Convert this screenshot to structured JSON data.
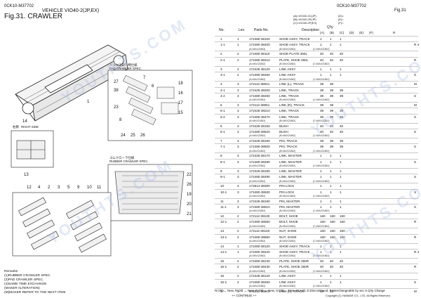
{
  "header": {
    "code": "0CK10-M37702",
    "title": "VEHICLE VIO40-2(JP,EX)",
    "figure": "Fig.31.  CRAWLER",
    "code_right": "0CK10-M37702",
    "figure_right": "Fig.31"
  },
  "models": [
    "(A)=VIO40-2C(JP)",
    "(B)=VIO40-2P(JP)",
    "(C)=VIO40-2P(EX)"
  ],
  "model_suffix": [
    "(D)=",
    "(E)=",
    "(F)="
  ],
  "columns": {
    "no": "No.",
    "lev": "Lev.",
    "parts": "Parts No.",
    "desc": "Description",
    "qty": "Q'ty",
    "q_letters": [
      "(A)",
      "(B)",
      "(C)",
      "(D)",
      "(E)",
      "(F)"
    ],
    "remarks": "R"
  },
  "diagram_labels": {
    "rubber_jp": "バックスロー特仕様",
    "rubber_jp_en": "PAD CRAWLER SPEC.",
    "rubber_en": "ゴムクローラ仕様",
    "rubber_en_sub": "RUBBER CRAWLER SPEC.",
    "right_side": "右側",
    "right_side_en": "RIGHT SIDE",
    "nums": [
      "14",
      "1",
      "7",
      "6",
      "8",
      "18",
      "16",
      "17",
      "15",
      "27",
      "38",
      "23",
      "24",
      "25",
      "26",
      "12",
      "4",
      "2",
      "3",
      "5",
      "9",
      "10",
      "11",
      "22",
      "26",
      "19",
      "20",
      "21",
      "13"
    ]
  },
  "watermark": "YOUTHTS.COM",
  "rows": [
    {
      "no": "1",
      "lev": "1",
      "pn": "172480-38100",
      "desc": "SHOE ASSY, TRACK",
      "a": "1",
      "b": "1",
      "c": "1",
      "r": ""
    },
    {
      "no": "1-1",
      "lev": "1",
      "pn": "172480-38400",
      "desc": "SHOE ASSY, TRACK",
      "a": "1",
      "b": "1",
      "c": "1",
      "r": "R 4"
    },
    {
      "sub": true,
      "a": "(A=MAX21862)",
      "b": "(B=MAX21862)",
      "c": "(C=MAX21862)"
    },
    {
      "no": "2",
      "lev": "2",
      "pn": "172480-38110",
      "desc": "SHOE PLATE 350L",
      "a": "40",
      "b": "40",
      "c": "40",
      "r": ""
    },
    {
      "no": "2-1",
      "lev": "2",
      "pn": "172480-38410",
      "desc": "PLATE, SHOE 350L",
      "a": "40",
      "b": "40",
      "c": "40",
      "r": "R"
    },
    {
      "sub": true,
      "a": "(A=MAX21862)",
      "b": "(B=MAX21862)",
      "c": "(C=MAX21862)"
    },
    {
      "no": "3",
      "lev": "2",
      "pn": "172425-38120",
      "desc": "LINK ASSY",
      "a": "1",
      "b": "1",
      "c": "1",
      "r": ""
    },
    {
      "no": "3-1",
      "lev": "2",
      "pn": "172480-38450",
      "desc": "LINK ASSY",
      "a": "1",
      "b": "1",
      "c": "1",
      "r": "S"
    },
    {
      "sub": true,
      "a": "(A=MAX21862)",
      "b": "(B=MAX21862)",
      "c": "(C=MAX21862)"
    },
    {
      "no": "4",
      "lev": "3",
      "pn": "172112-38041",
      "desc": "LINK (L), TRACK",
      "a": "39",
      "b": "39",
      "c": "",
      "r": "M"
    },
    {
      "no": "4-1",
      "lev": "3",
      "pn": "172425-38200",
      "desc": "LINK, TRACK",
      "a": "39",
      "b": "39",
      "c": "39",
      "r": ""
    },
    {
      "no": "4-2",
      "lev": "3",
      "pn": "172480-38460",
      "desc": "LINK, TRACK",
      "a": "39",
      "b": "39",
      "c": "39",
      "r": "S"
    },
    {
      "sub": true,
      "a": "(A=MAX21862)",
      "b": "(B=MAX21862)",
      "c": "(C=MAX21862)"
    },
    {
      "no": "5",
      "lev": "3",
      "pn": "172112-38051",
      "desc": "LINK (R), TRACK",
      "a": "39",
      "b": "39",
      "c": "",
      "r": "M"
    },
    {
      "no": "5-1",
      "lev": "3",
      "pn": "172425-38210",
      "desc": "LINK, TRACK",
      "a": "39",
      "b": "39",
      "c": "39",
      "r": ""
    },
    {
      "no": "5-2",
      "lev": "3",
      "pn": "172480-38470",
      "desc": "LINK, TRACK",
      "a": "39",
      "b": "39",
      "c": "39",
      "r": "S"
    },
    {
      "sub": true,
      "a": "(A=MAX21862)",
      "b": "(B=MAX21862)",
      "c": "(C=MAX21862)"
    },
    {
      "no": "6",
      "lev": "3",
      "pn": "172425-38150",
      "desc": "BUSH",
      "a": "40",
      "b": "40",
      "c": "40",
      "r": ""
    },
    {
      "no": "6-1",
      "lev": "3",
      "pn": "172480-38520",
      "desc": "BUSH",
      "a": "40",
      "b": "40",
      "c": "40",
      "r": "S"
    },
    {
      "sub": true,
      "a": "(A=MAX21862)",
      "b": "(B=MAX21862)",
      "c": "(C=MAX21862)"
    },
    {
      "no": "7",
      "lev": "3",
      "pn": "172425-38160",
      "desc": "PIN, TRACK",
      "a": "39",
      "b": "39",
      "c": "39",
      "r": ""
    },
    {
      "no": "7-1",
      "lev": "3",
      "pn": "172480-38500",
      "desc": "PIN, TRACK",
      "a": "39",
      "b": "39",
      "c": "39",
      "r": "S"
    },
    {
      "sub": true,
      "a": "(A=MAX21862)",
      "b": "(B=MAX21862)",
      "c": "(C=MAX21862)"
    },
    {
      "no": "8",
      "lev": "3",
      "pn": "172425-38170",
      "desc": "LINK, MASTER",
      "a": "1",
      "b": "1",
      "c": "1",
      "r": ""
    },
    {
      "no": "8-1",
      "lev": "3",
      "pn": "172480-38480",
      "desc": "LINK, MASTER",
      "a": "1",
      "b": "1",
      "c": "1",
      "r": "S"
    },
    {
      "sub": true,
      "a": "(A=MAX21862)",
      "b": "(B=MAX21862)",
      "c": "(C=MAX21862)"
    },
    {
      "no": "9",
      "lev": "3",
      "pn": "172425-38180",
      "desc": "LINK, MASTER",
      "a": "1",
      "b": "1",
      "c": "1",
      "r": ""
    },
    {
      "no": "9-1",
      "lev": "3",
      "pn": "172480-38490",
      "desc": "LINK, MASTER",
      "a": "1",
      "b": "1",
      "c": "1",
      "r": "S"
    },
    {
      "sub": true,
      "a": "(A=MAX21862)",
      "b": "(B=MAX21862)",
      "c": "(C=MAX21862)"
    },
    {
      "no": "10",
      "lev": "3",
      "pn": "172614-38300",
      "desc": "PIN LOCK",
      "a": "1",
      "b": "1",
      "c": "1",
      "r": ""
    },
    {
      "no": "10-1",
      "lev": "3",
      "pn": "172480-38530",
      "desc": "PIN LOCK",
      "a": "1",
      "b": "1",
      "c": "1",
      "r": "S"
    },
    {
      "sub": true,
      "a": "(A=MAX21862)",
      "b": "(B=MAX21862)",
      "c": "(C=MAX21862)"
    },
    {
      "no": "11",
      "lev": "3",
      "pn": "172425-38190",
      "desc": "PIN, MASTER",
      "a": "1",
      "b": "1",
      "c": "1",
      "r": ""
    },
    {
      "no": "11-1",
      "lev": "3",
      "pn": "172480-38510",
      "desc": "PIN, MASTER",
      "a": "1",
      "b": "1",
      "c": "1",
      "r": "S"
    },
    {
      "sub": true,
      "a": "(A=MAX21862)",
      "b": "(B=MAX21862)",
      "c": "(C=MAX21862)"
    },
    {
      "no": "12",
      "lev": "2",
      "pn": "172112-38130",
      "desc": "BOLT, SHOE",
      "a": "160",
      "b": "160",
      "c": "160",
      "r": ""
    },
    {
      "no": "12-1",
      "lev": "2",
      "pn": "172480-38550",
      "desc": "BOLT, SHOE",
      "a": "160",
      "b": "160",
      "c": "160",
      "r": "R"
    },
    {
      "sub": true,
      "a": "(A=MAX21862)",
      "b": "(B=MAX21862)",
      "c": "(C=MAX21862)"
    },
    {
      "no": "13",
      "lev": "2",
      "pn": "172112-38140",
      "desc": "NUT, SHOE",
      "a": "160",
      "b": "160",
      "c": "160",
      "r": ""
    },
    {
      "no": "13-1",
      "lev": "2",
      "pn": "172480-38560",
      "desc": "NUT, SHOE",
      "a": "160",
      "b": "160",
      "c": "160",
      "r": "R"
    },
    {
      "sub": true,
      "a": "(A=MAX21862)",
      "b": "(B=MAX21862)",
      "c": "(C=MAX21862)"
    },
    {
      "no": "14",
      "lev": "1",
      "pn": "172480-38120",
      "desc": "SHOE ASSY, TRACK",
      "a": "1",
      "b": "1",
      "c": "1",
      "r": ""
    },
    {
      "no": "14-1",
      "lev": "1",
      "pn": "172480-38420",
      "desc": "SHOE ASSY, TRACK",
      "a": "1",
      "b": "1",
      "c": "1",
      "r": "R 4"
    },
    {
      "sub": true,
      "a": "(A=MAX21862)",
      "b": "(B=MAX21862)",
      "c": "(C=MAX21862)"
    },
    {
      "no": "15",
      "lev": "2",
      "pn": "172480-38130",
      "desc": "PLATE, SHOE 350R",
      "a": "40",
      "b": "40",
      "c": "40",
      "r": ""
    },
    {
      "no": "15-1",
      "lev": "2",
      "pn": "172480-38430",
      "desc": "PLATE, SHOE 350R",
      "a": "40",
      "b": "40",
      "c": "40",
      "r": "R"
    },
    {
      "sub": true,
      "a": "(A=MAX21862)",
      "b": "(B=MAX21862)",
      "c": "(C=MAX21862)"
    },
    {
      "no": "16",
      "lev": "2",
      "pn": "172425-38120",
      "desc": "LINK ASSY",
      "a": "1",
      "b": "1",
      "c": "1",
      "r": ""
    },
    {
      "no": "16-1",
      "lev": "2",
      "pn": "172480-38450",
      "desc": "LINK ASSY",
      "a": "1",
      "b": "1",
      "c": "1",
      "r": "S"
    },
    {
      "sub": true,
      "a": "(A=MAX21862)",
      "b": "(B=MAX21862)",
      "c": "(C=MAX21862)"
    },
    {
      "no": "17",
      "lev": "3",
      "pn": "172112-38041",
      "desc": "LINK (L), TRACK",
      "a": "39",
      "b": "39",
      "c": "",
      "r": "M"
    }
  ],
  "remarks": {
    "title": "Remarks",
    "items": [
      "(1)RUBBER CRAWLER SPEC.",
      "(2)PAD CRAWLER SPEC.",
      "(4)SAME TIME EXCHANGE",
      "(MAKER ALTERATION)",
      "(M)MAKER REFER TO THE NEXT ITEM"
    ]
  },
  "footer": {
    "legend": "N:Old ↔ New, R:Old ↔ New, R:Old ↔ New, S:Old ↔ New, W:Add, D:Discontinued, F:Interchangeable by set, K:Q'ty Change",
    "continue": "++ CONTINUE ++",
    "copyright": "Copyright (C)  YANMAR CO., LTD. All Rights Reserved."
  }
}
